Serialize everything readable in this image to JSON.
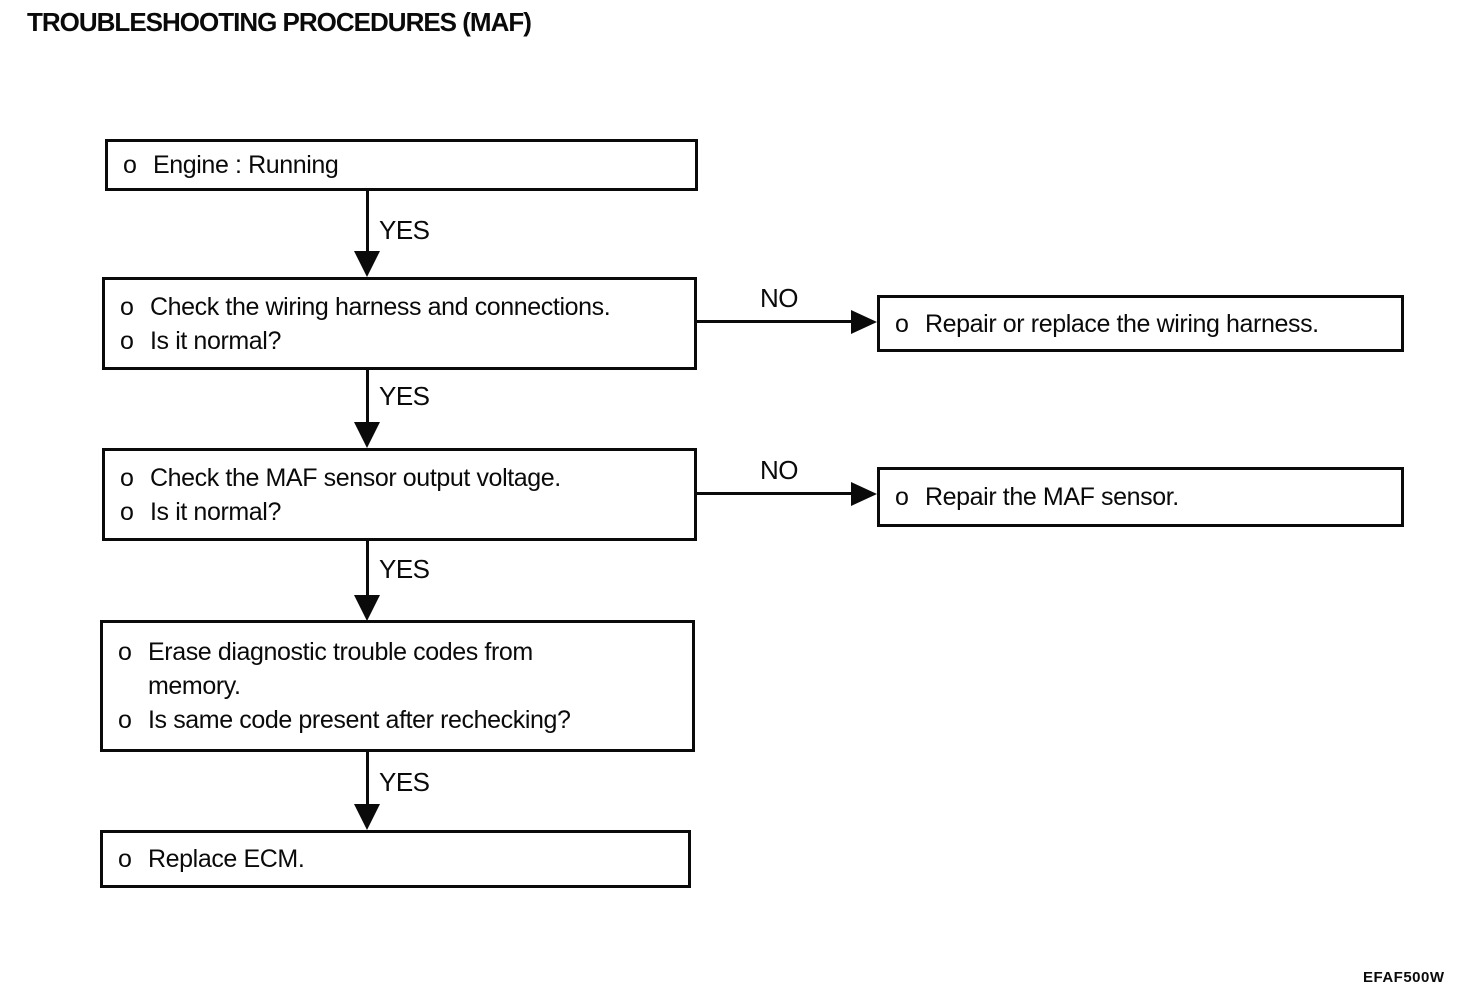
{
  "page": {
    "title": "TROUBLESHOOTING PROCEDURES (MAF)",
    "figure_code": "EFAF500W",
    "ink_color": "#0a0a0a",
    "background_color": "#ffffff"
  },
  "flowchart": {
    "bullet": "o",
    "labels": {
      "yes": "YES",
      "no": "NO"
    },
    "nodes": {
      "engine_running": {
        "items": [
          {
            "lines": [
              "Engine : Running"
            ]
          }
        ]
      },
      "check_wiring": {
        "items": [
          {
            "lines": [
              "Check the wiring harness and connections."
            ]
          },
          {
            "lines": [
              "Is it normal?"
            ]
          }
        ]
      },
      "repair_wiring": {
        "items": [
          {
            "lines": [
              "Repair or replace the wiring harness."
            ]
          }
        ]
      },
      "check_maf": {
        "items": [
          {
            "lines": [
              "Check the MAF sensor output voltage."
            ]
          },
          {
            "lines": [
              "Is it normal?"
            ]
          }
        ]
      },
      "repair_maf": {
        "items": [
          {
            "lines": [
              "Repair the MAF sensor."
            ]
          }
        ]
      },
      "erase_codes": {
        "items": [
          {
            "lines": [
              "Erase diagnostic trouble codes from",
              "memory."
            ]
          },
          {
            "lines": [
              "Is same code present after rechecking?"
            ]
          }
        ]
      },
      "replace_ecm": {
        "items": [
          {
            "lines": [
              "Replace ECM."
            ]
          }
        ]
      }
    }
  }
}
